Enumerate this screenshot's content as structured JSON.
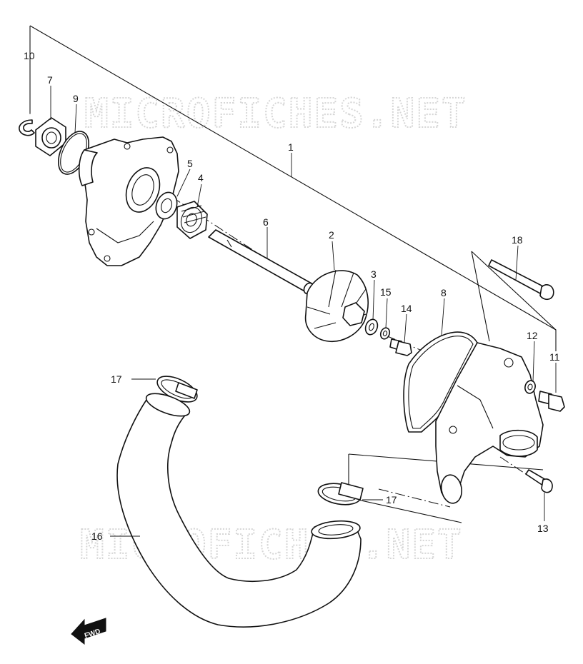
{
  "watermark": {
    "top": "MICROFICHES.NET",
    "bottom": "MICROFICHES.NET"
  },
  "fwd_label": "FWD",
  "callouts": {
    "p1": "1",
    "p2": "2",
    "p3": "3",
    "p4": "4",
    "p5": "5",
    "p6": "6",
    "p7": "7",
    "p8": "8",
    "p9": "9",
    "p10": "10",
    "p11": "11",
    "p12": "12",
    "p13": "13",
    "p14": "14",
    "p15": "15",
    "p16": "16",
    "p17a": "17",
    "p17b": "17",
    "p18": "18"
  },
  "colors": {
    "line": "#111111",
    "watermark": "#d6d6d6",
    "background": "#ffffff"
  }
}
